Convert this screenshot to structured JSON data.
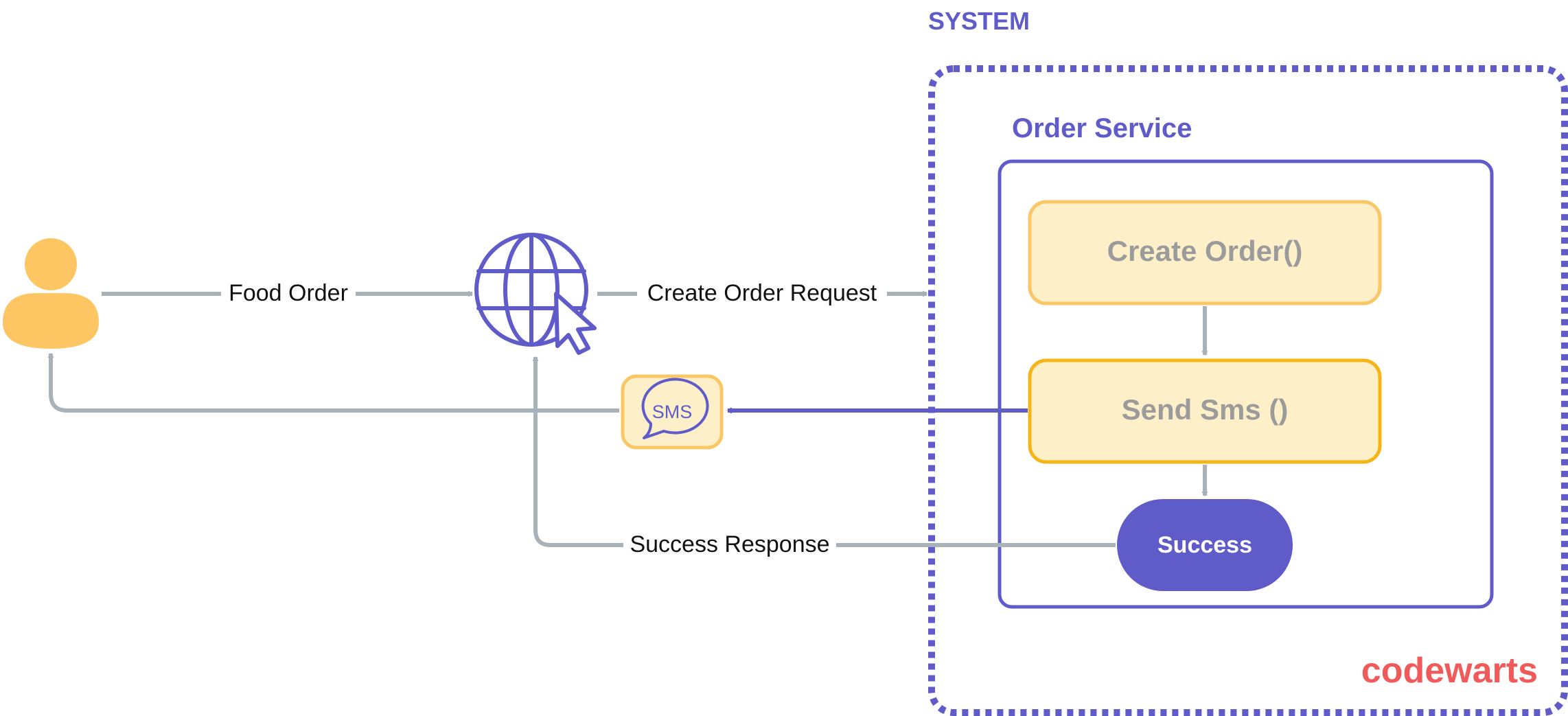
{
  "colors": {
    "accent": "#5f5bc8",
    "connector": "#a9b2b8",
    "box_fill": "#fdf0c8",
    "box_border": "#f9c768",
    "box_border_strong": "#f5b417",
    "box_text": "#9b9b9b",
    "user": "#fdc663",
    "brand": "#f15a5a"
  },
  "system": {
    "title": "SYSTEM"
  },
  "service": {
    "title": "Order Service"
  },
  "steps": {
    "create_order": "Create Order()",
    "send_sms": "Send Sms ()",
    "success": "Success"
  },
  "connections": {
    "food_order": "Food Order",
    "create_order_request": "Create Order Request",
    "success_response": "Success Response"
  },
  "sms_badge": {
    "text": "SMS"
  },
  "icons": {
    "user": "user-icon",
    "web": "globe-cursor-icon",
    "sms": "sms-chat-icon"
  },
  "brand": {
    "logo": "codewarts"
  }
}
